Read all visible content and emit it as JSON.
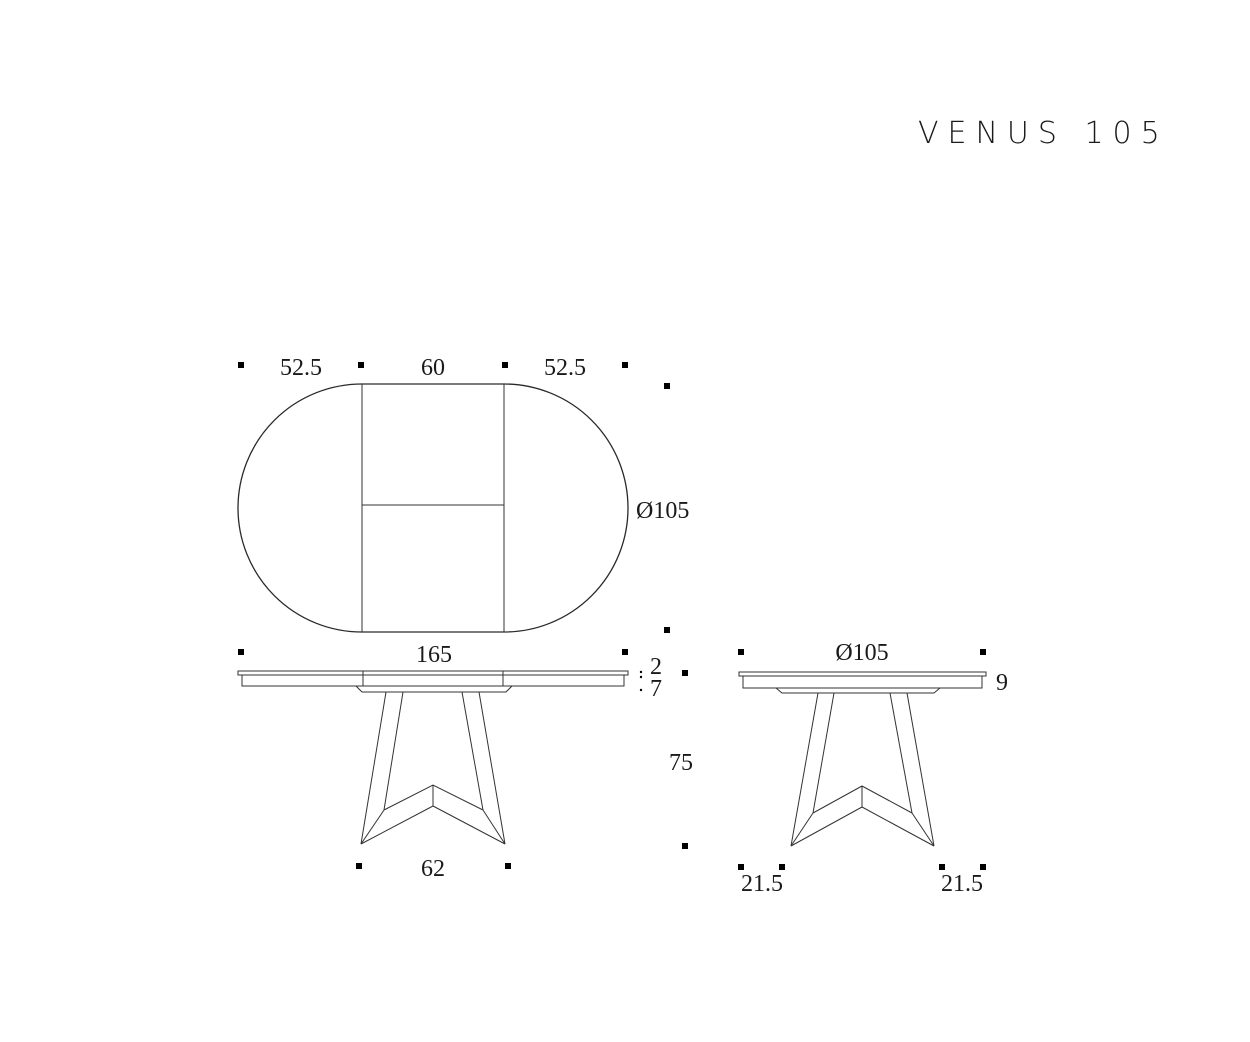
{
  "title": "VENUS 105",
  "top_view": {
    "dims_top": [
      "52.5",
      "60",
      "52.5"
    ],
    "diameter_label": "Ø105"
  },
  "front_view_extended": {
    "length_label": "165",
    "top_thickness_label": "2",
    "apron_label": "7",
    "height_label": "75",
    "base_label": "62"
  },
  "side_view": {
    "diameter_label": "Ø105",
    "apron_label": "9",
    "leg_left_label": "21.5",
    "leg_right_label": "21.5"
  },
  "colors": {
    "line": "#2a2a2a",
    "text": "#1a1a1a",
    "background": "#ffffff"
  }
}
